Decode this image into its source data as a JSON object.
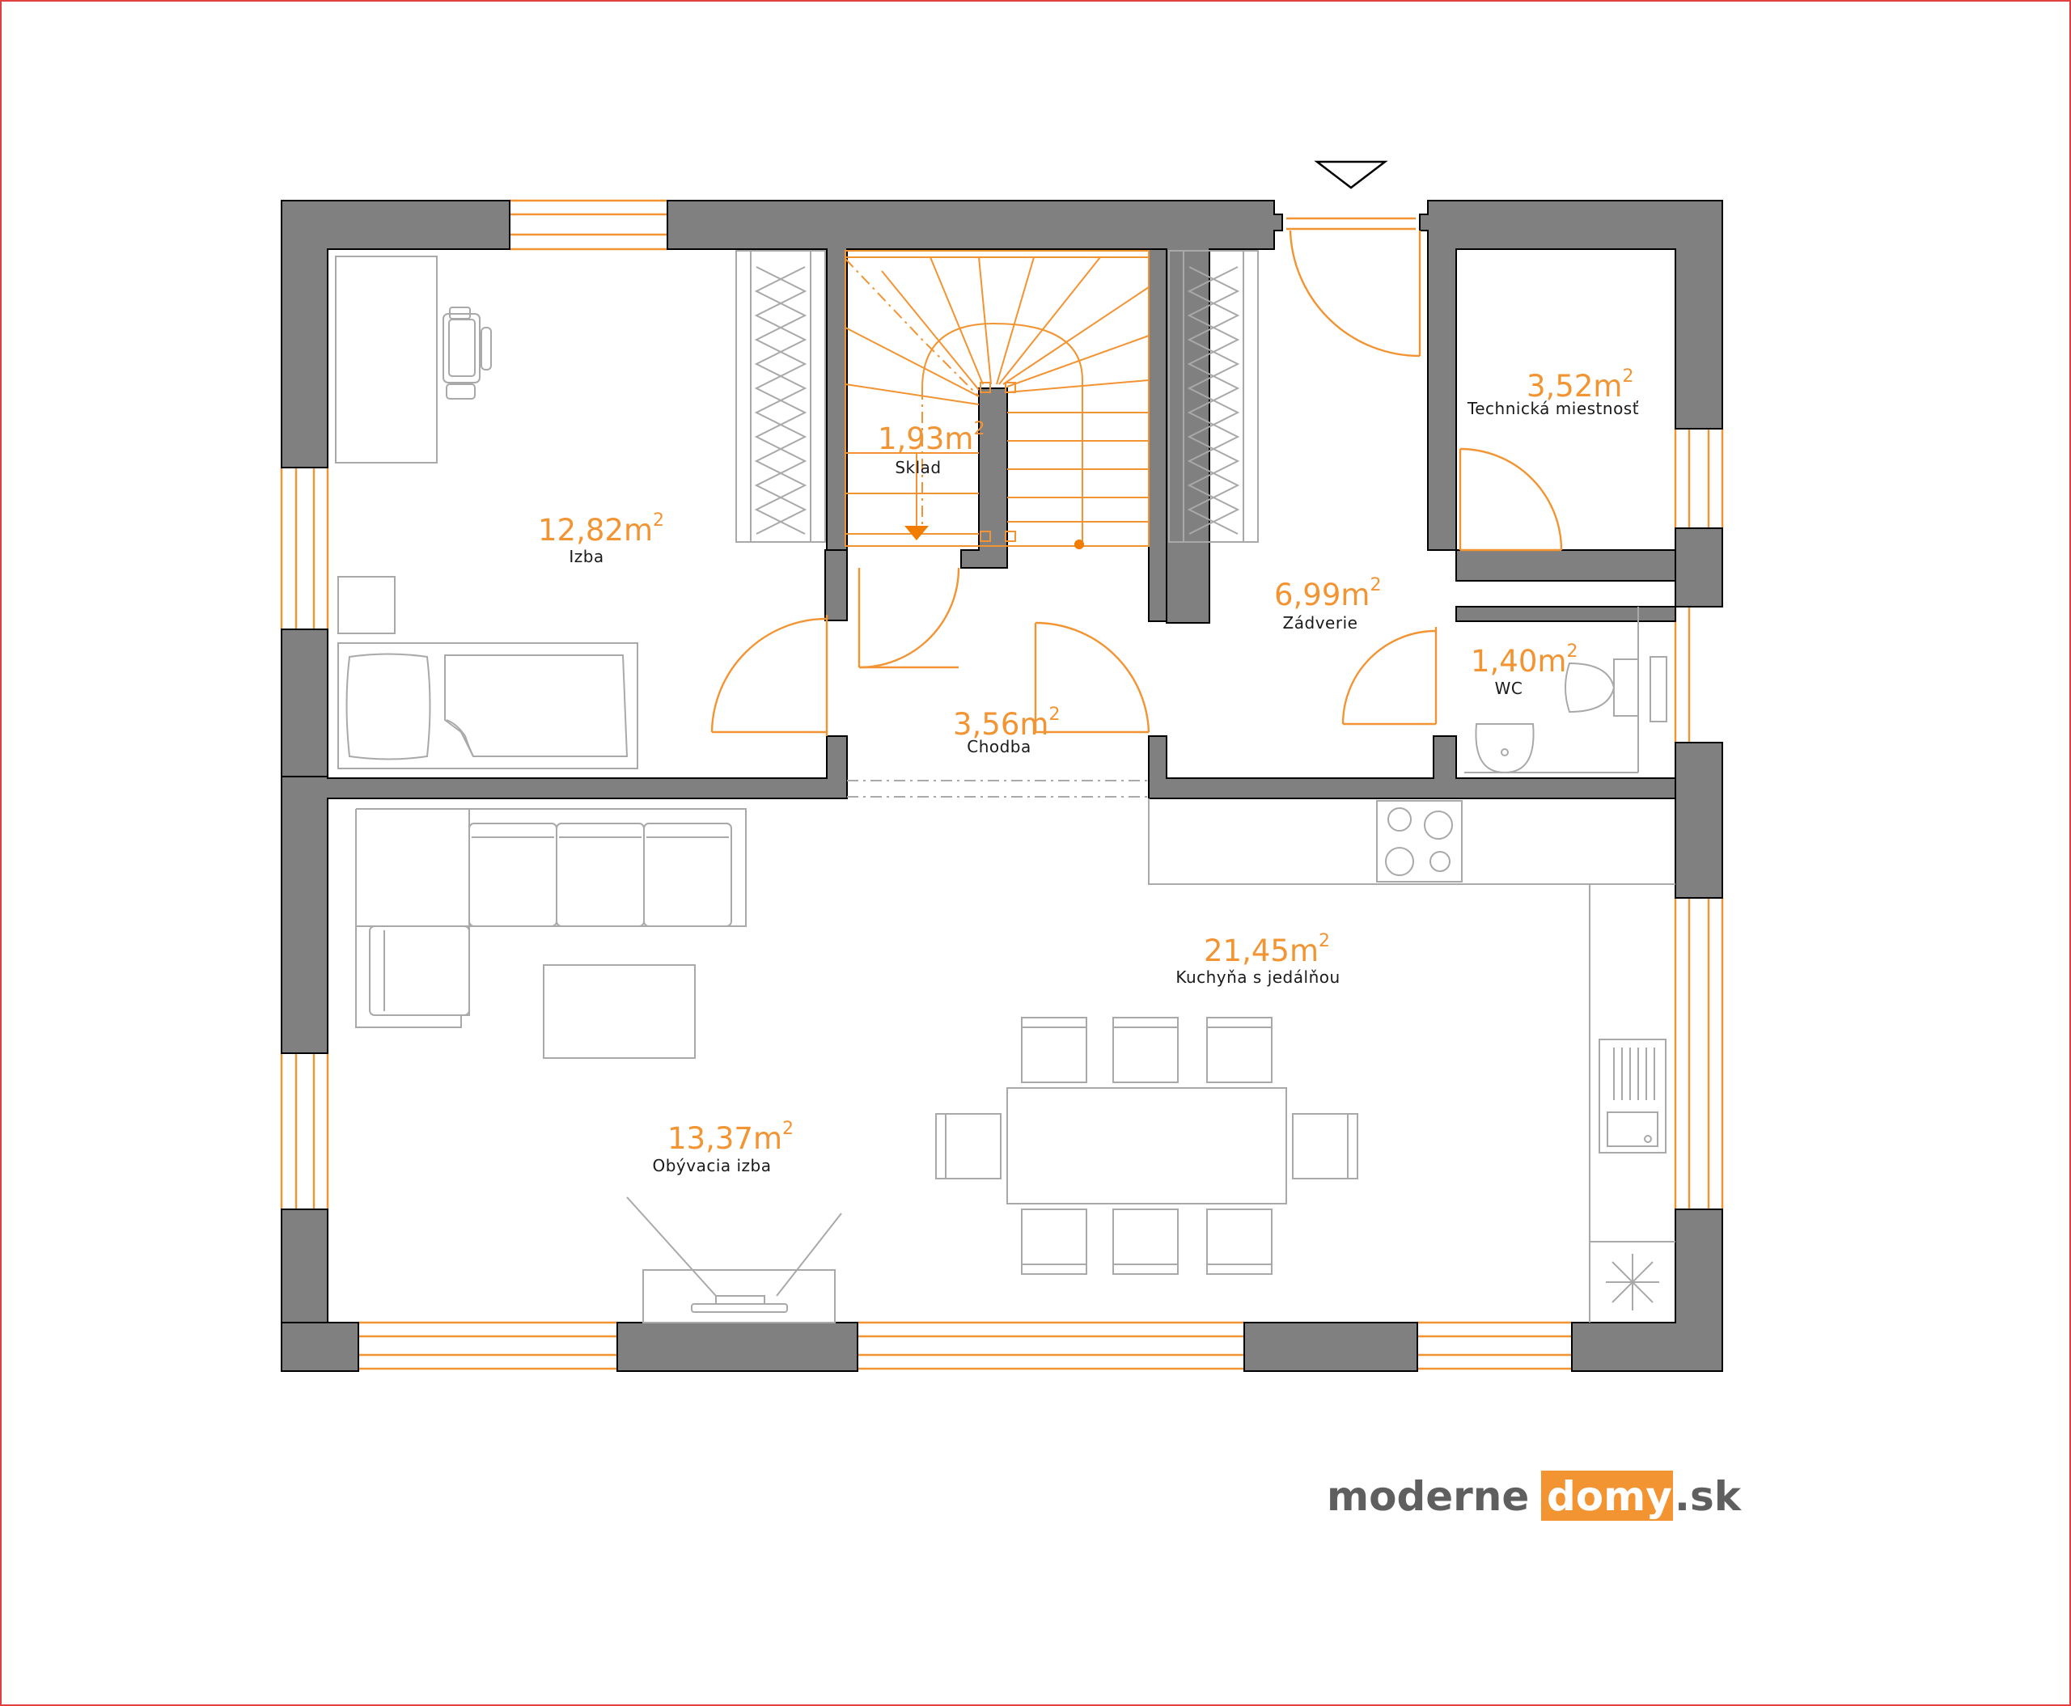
{
  "accent_color": "#f39433",
  "wall_color": "#808080",
  "rooms": [
    {
      "id": "izba",
      "area": "12,82",
      "unit": "m",
      "sup": "2",
      "name": "Izba"
    },
    {
      "id": "sklad",
      "area": "1,93",
      "unit": "m",
      "sup": "2",
      "name": "Sklad"
    },
    {
      "id": "chodba",
      "area": "3,56",
      "unit": "m",
      "sup": "2",
      "name": "Chodba"
    },
    {
      "id": "zadverie",
      "area": "6,99",
      "unit": "m",
      "sup": "2",
      "name": "Zádverie"
    },
    {
      "id": "technicka",
      "area": "3,52",
      "unit": "m",
      "sup": "2",
      "name": "Technická miestnosť"
    },
    {
      "id": "wc",
      "area": "1,40",
      "unit": "m",
      "sup": "2",
      "name": "WC"
    },
    {
      "id": "kuchyna",
      "area": "21,45",
      "unit": "m",
      "sup": "2",
      "name": "Kuchyňa s jedálňou"
    },
    {
      "id": "obyvacia",
      "area": "13,37",
      "unit": "m",
      "sup": "2",
      "name": "Obývacia izba"
    }
  ],
  "logo": {
    "part1": "moderne",
    "part2": "domy",
    "part3": ".sk"
  },
  "icons": [
    "entrance-arrow-icon"
  ]
}
